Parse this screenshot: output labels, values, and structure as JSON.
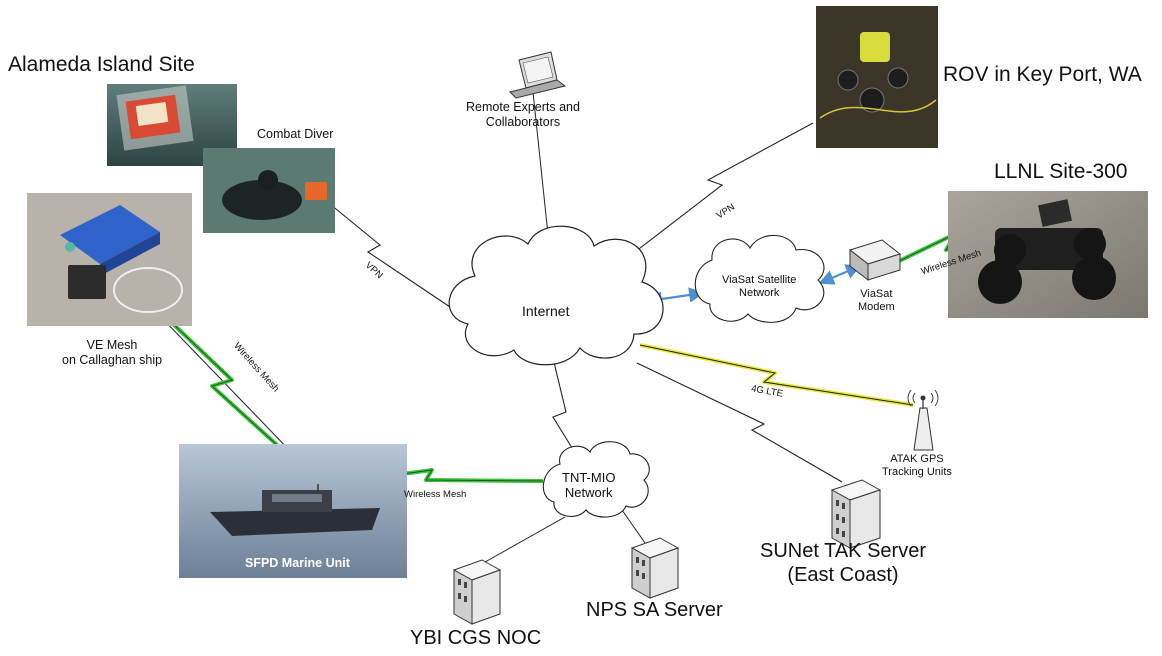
{
  "sites": {
    "alameda": "Alameda Island Site",
    "combat_diver": "Combat Diver",
    "rov": "ROV in Key Port, WA",
    "llnl": "LLNL Site-300",
    "ve_mesh_line1": "VE Mesh",
    "ve_mesh_line2": "on Callaghan ship",
    "sfpd": "SFPD Marine Unit",
    "remote_line1": "Remote Experts and",
    "remote_line2": "Collaborators"
  },
  "networks": {
    "internet": "Internet",
    "viasat_line1": "ViaSat Satellite",
    "viasat_line2": "Network",
    "tnt_line1": "TNT-MIO",
    "tnt_line2": "Network"
  },
  "devices": {
    "modem_line1": "ViaSat",
    "modem_line2": "Modem",
    "atak_line1": "ATAK GPS",
    "atak_line2": "Tracking Units"
  },
  "servers": {
    "sunet_line1": "SUNet TAK Server",
    "sunet_line2": "(East Coast)",
    "nps": "NPS SA Server",
    "ybi": "YBI CGS NOC"
  },
  "links": {
    "vpn_left": "VPN",
    "vpn_right": "VPN",
    "wm_ve": "Wireless Mesh",
    "wm_boat": "Wireless Mesh",
    "wm_llnl": "Wireless Mesh",
    "lte": "4G LTE"
  },
  "colors": {
    "wireless_mesh": "#3cc23c",
    "lte": "#e8e83a",
    "vpn": "#888888",
    "satellite_link": "#4f8fcf"
  },
  "icons": {
    "laptop": "laptop-icon",
    "antenna": "antenna-icon",
    "server": "server-icon",
    "modem": "modem-icon"
  }
}
